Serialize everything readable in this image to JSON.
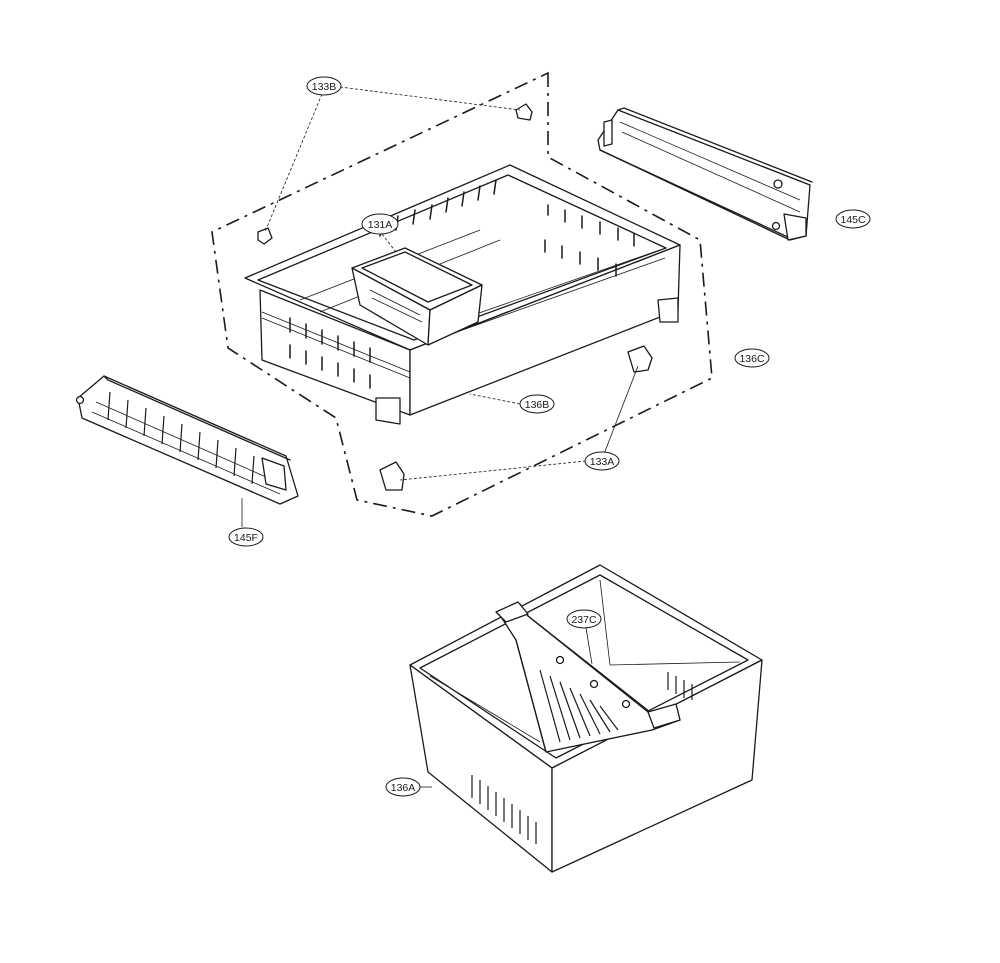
{
  "callouts": {
    "c133B": "133B",
    "c131A": "131A",
    "c145C": "145C",
    "c136C": "136C",
    "c136B": "136B",
    "c133A": "133A",
    "c145F": "145F",
    "c237C": "237C",
    "c136A": "136A"
  }
}
